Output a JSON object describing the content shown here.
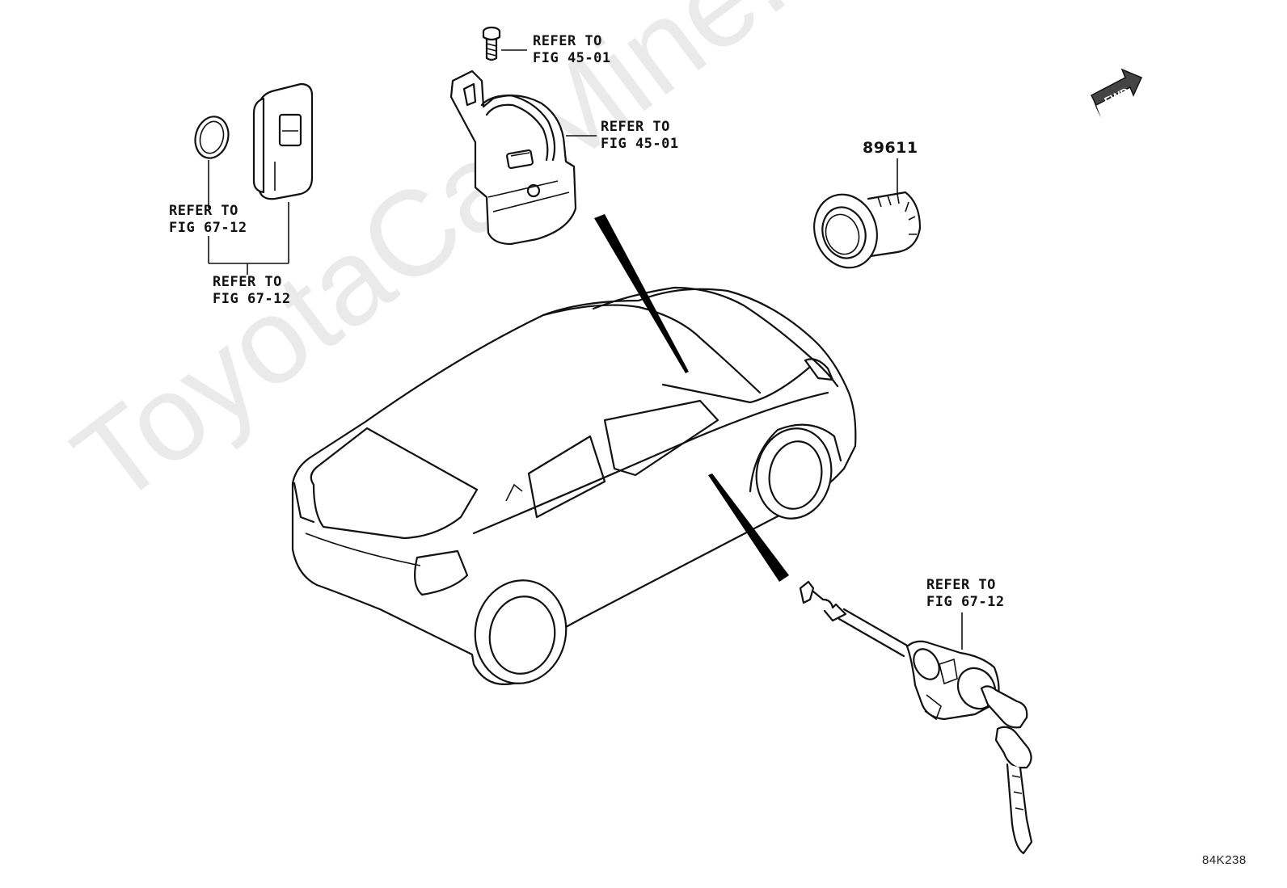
{
  "watermark": "ToyotaCarMine.ru",
  "fwd_badge": "FWD",
  "diagram_code": "84K238",
  "callouts": {
    "bolt_ref": "REFER TO\nFIG 45-01",
    "switch_ref": "REFER TO\nFIG 45-01",
    "key_ring_ref": "REFER TO\nFIG 67-12",
    "key_set_ref": "REFER TO\nFIG 67-12",
    "part_number": "89611",
    "door_lock_ref": "REFER TO\nFIG 67-12"
  }
}
